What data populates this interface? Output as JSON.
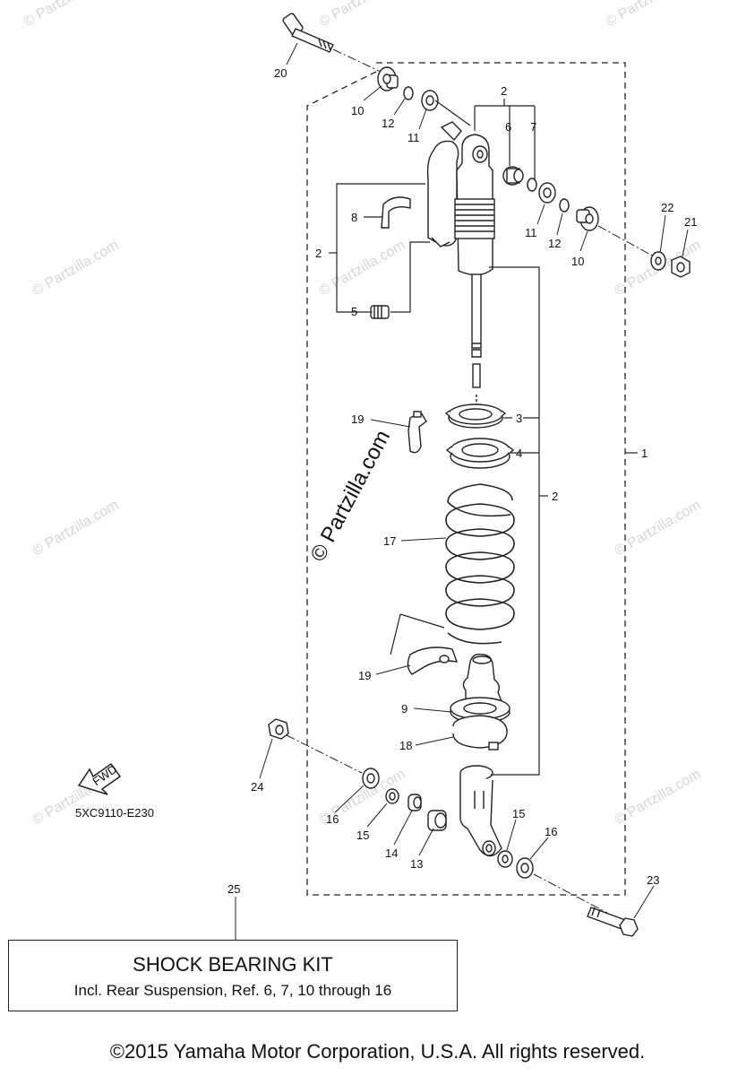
{
  "diagram_code": "5XC9110-E230",
  "watermark": "© Partzilla.com",
  "fwd_label": "FWD",
  "callouts": {
    "c1": "1",
    "c2a": "2",
    "c2b": "2",
    "c2c": "2",
    "c3": "3",
    "c4": "4",
    "c5": "5",
    "c6": "6",
    "c7": "7",
    "c8": "8",
    "c9": "9",
    "c10a": "10",
    "c10b": "10",
    "c11a": "11",
    "c11b": "11",
    "c12a": "12",
    "c12b": "12",
    "c13": "13",
    "c14": "14",
    "c15a": "15",
    "c15b": "15",
    "c16a": "16",
    "c16b": "16",
    "c17": "17",
    "c18": "18",
    "c19a": "19",
    "c19b": "19",
    "c20": "20",
    "c21": "21",
    "c22": "22",
    "c23": "23",
    "c24": "24",
    "c25": "25"
  },
  "kit": {
    "title": "SHOCK BEARING KIT",
    "subtitle": "Incl. Rear Suspension, Ref. 6, 7, 10 through 16"
  },
  "copyright": "©2015 Yamaha Motor Corporation, U.S.A. All rights reserved."
}
